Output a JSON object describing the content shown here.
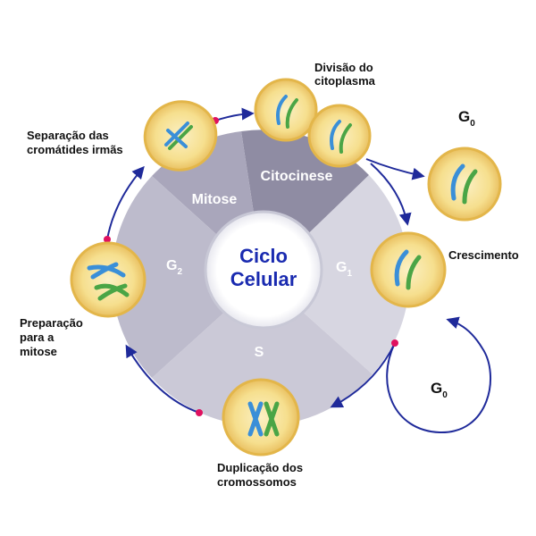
{
  "center": {
    "line1": "Ciclo",
    "line2": "Celular"
  },
  "phases": {
    "mitose": "Mitose",
    "citocinese": "Citocinese",
    "g1": {
      "main": "G",
      "sub": "1"
    },
    "s": "S",
    "g2": {
      "main": "G",
      "sub": "2"
    }
  },
  "captions": {
    "divisao": [
      "Divisão do",
      "citoplasma"
    ],
    "separacao": [
      "Separação das",
      "cromátides irmãs"
    ],
    "crescimento": "Crescimento",
    "preparacao": [
      "Preparação",
      "para a",
      "mitose"
    ],
    "duplicacao": [
      "Duplicação dos",
      "cromossomos"
    ]
  },
  "g0_top": {
    "main": "G",
    "sub": "0"
  },
  "g0_loop": {
    "main": "G",
    "sub": "0"
  },
  "colors": {
    "mitose_sector": "#a9a6bb",
    "citocinese_sector": "#8f8ca3",
    "g1_sector": "#d7d6e1",
    "s_sector": "#cbc9d7",
    "g2_sector": "#bdbbcc",
    "arrow": "#1f2a9a",
    "dot": "#e0115f",
    "center_text": "#1a2bb0",
    "cell_fill": "#f6df8e",
    "cell_rim": "#e3b64a",
    "chrom_blue": "#3a8fd8",
    "chrom_green": "#4aa546"
  }
}
